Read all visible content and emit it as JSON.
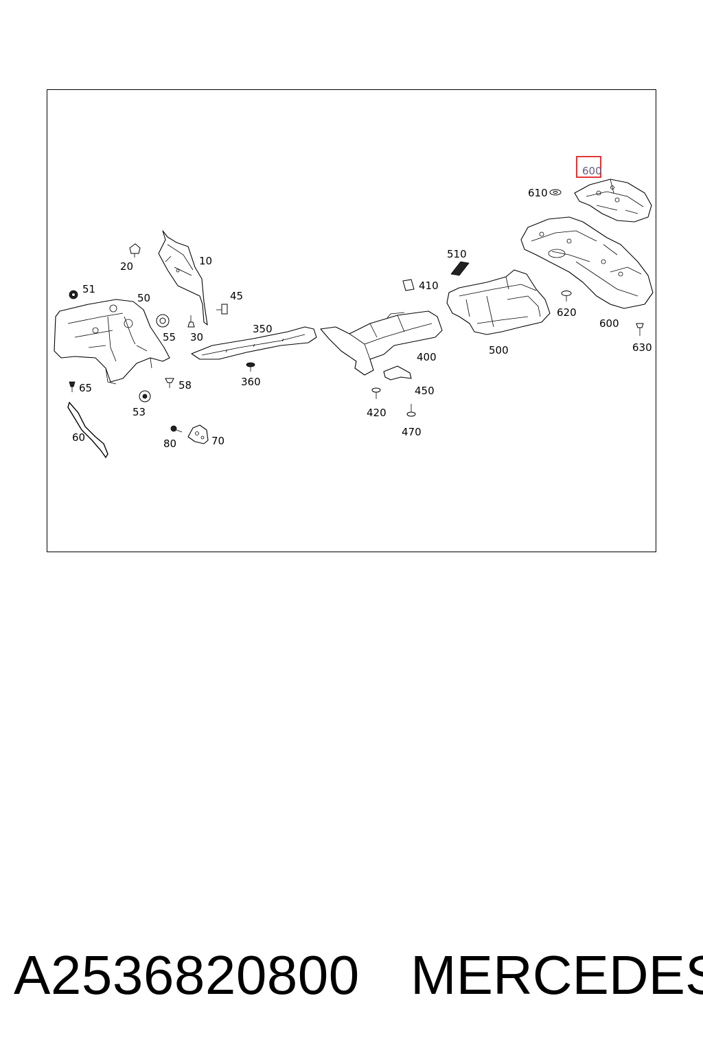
{
  "diagram": {
    "highlight_color": "#e02020",
    "highlighted_callout": "600",
    "callouts": {
      "c10": "10",
      "c20": "20",
      "c30": "30",
      "c45": "45",
      "c50": "50",
      "c51": "51",
      "c53": "53",
      "c55": "55",
      "c58": "58",
      "c60": "60",
      "c65": "65",
      "c70": "70",
      "c80": "80",
      "c350": "350",
      "c360": "360",
      "c400": "400",
      "c410": "410",
      "c420": "420",
      "c450": "450",
      "c470": "470",
      "c500": "500",
      "c510": "510",
      "c600": "600",
      "c600b": "600",
      "c610": "610",
      "c620": "620",
      "c630": "630"
    }
  },
  "footer": {
    "part_number": "A2536820800",
    "brand": "MERCEDES"
  }
}
